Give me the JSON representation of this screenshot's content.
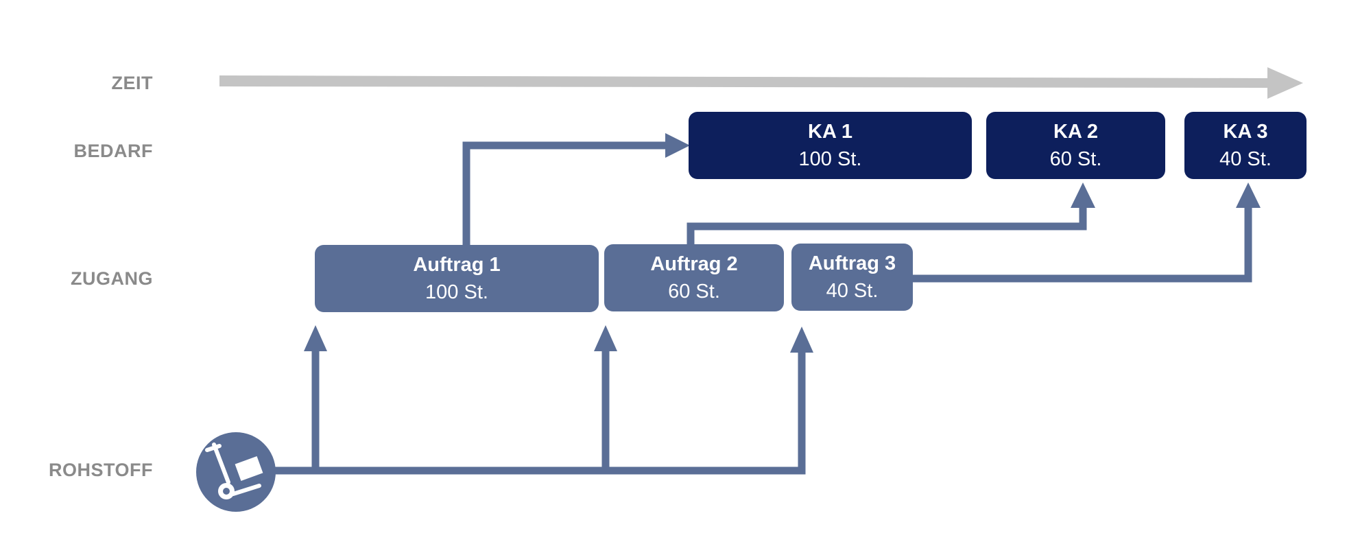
{
  "rows": {
    "zeit": "ZEIT",
    "bedarf": "BEDARF",
    "zugang": "ZUGANG",
    "rohstoff": "ROHSTOFF"
  },
  "demand": [
    {
      "title": "KA 1",
      "qty": "100 St."
    },
    {
      "title": "KA 2",
      "qty": "60 St."
    },
    {
      "title": "KA 3",
      "qty": "40 St."
    }
  ],
  "supply": [
    {
      "title": "Auftrag 1",
      "qty": "100 St."
    },
    {
      "title": "Auftrag 2",
      "qty": "60 St."
    },
    {
      "title": "Auftrag 3",
      "qty": "40 St."
    }
  ],
  "icon": "hand-truck-icon",
  "colors": {
    "demand": "#0d1f5c",
    "supply": "#5a6e96",
    "arrow": "#5a6e96",
    "time_arrow": "#c4c4c4",
    "label": "#8a8a8a"
  }
}
